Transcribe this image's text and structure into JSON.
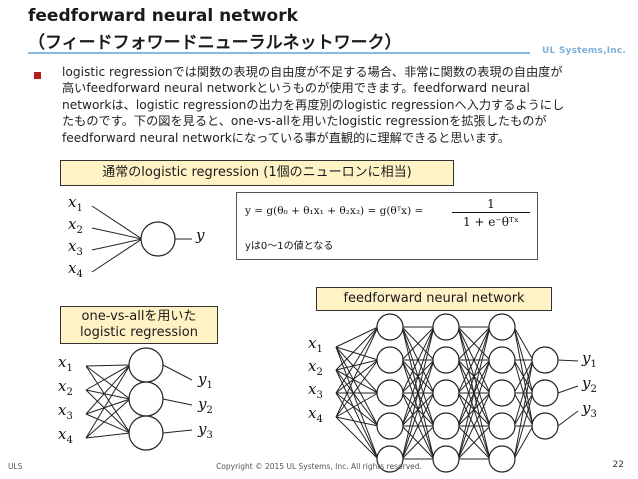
{
  "header": {
    "title_line1": "feedforward neural network",
    "title_line2": "（フィードフォワードニューラルネットワーク）",
    "brand": "UL Systems,Inc."
  },
  "body": {
    "paragraph_lines": [
      "logistic regressionでは関数の表現の自由度が不足する場合、非常に関数の表現の自由度が",
      "高いfeedforward neural networkというものが使用できます。feedforward neural",
      "networkは、logistic regressionの出力を再度別のlogistic regressionへ入力するようにし",
      "たものです。下の図を見ると、one-vs-allを用いたlogistic regressionを拡張したものが",
      "feedforward neural networkになっている事が直観的に理解できると思います。"
    ]
  },
  "labels": {
    "box_logistic": "通常のlogistic regression (1個のニューロンに相当)",
    "box_ova_line1": "one-vs-allを用いた",
    "box_ova_line2": "logistic regression",
    "box_ff": "feedforward neural network"
  },
  "formula": {
    "left_side": "y = g(θ₀ + θ₁x₁ + θ₂x₂) = g(θᵀx) =",
    "numerator": "1",
    "denominator": "1 + e⁻θᵀˣ",
    "note": "yは0〜1の値となる"
  },
  "math": {
    "x_vars": [
      "x",
      "x",
      "x",
      "x"
    ],
    "x_subs": [
      "1",
      "2",
      "3",
      "4"
    ],
    "y_single": "y",
    "y_vars": [
      "y",
      "y",
      "y"
    ],
    "y_subs": [
      "1",
      "2",
      "3"
    ]
  },
  "footer": {
    "left": "ULS",
    "center": "Copyright © 2015 UL Systems, Inc.  All rights reserved.",
    "page_number": "22"
  },
  "colors": {
    "title": "#1a1a1a",
    "brand": "#7fb0d8",
    "bullet": "#b51c1c",
    "label_box_fill": "#fff3c6"
  }
}
